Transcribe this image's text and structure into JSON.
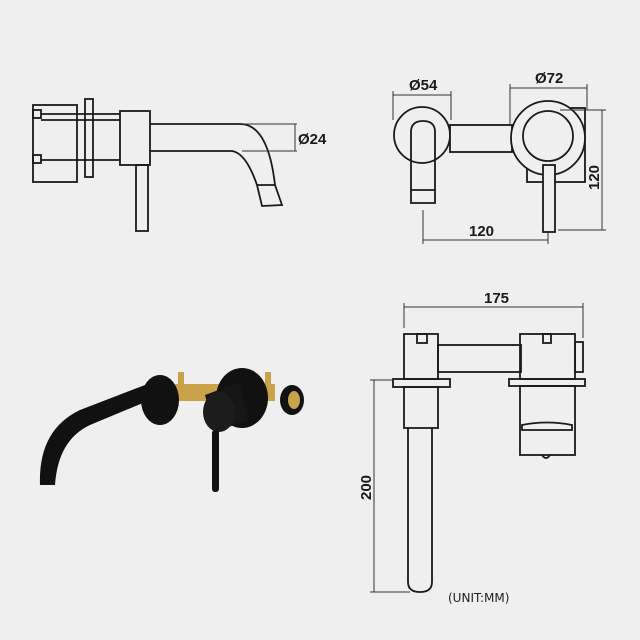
{
  "dimensions": {
    "spout_diameter": "Ø24",
    "spout_plate_diameter": "Ø54",
    "handle_plate_diameter": "Ø72",
    "center_distance": "120",
    "height": "120",
    "depth": "175",
    "spout_length": "200"
  },
  "unit_note": "(UNIT:MM)",
  "colors": {
    "background": "#efefef",
    "line": "#1a1a1a",
    "faucet": "#111111",
    "brass": "#c9a24a"
  }
}
